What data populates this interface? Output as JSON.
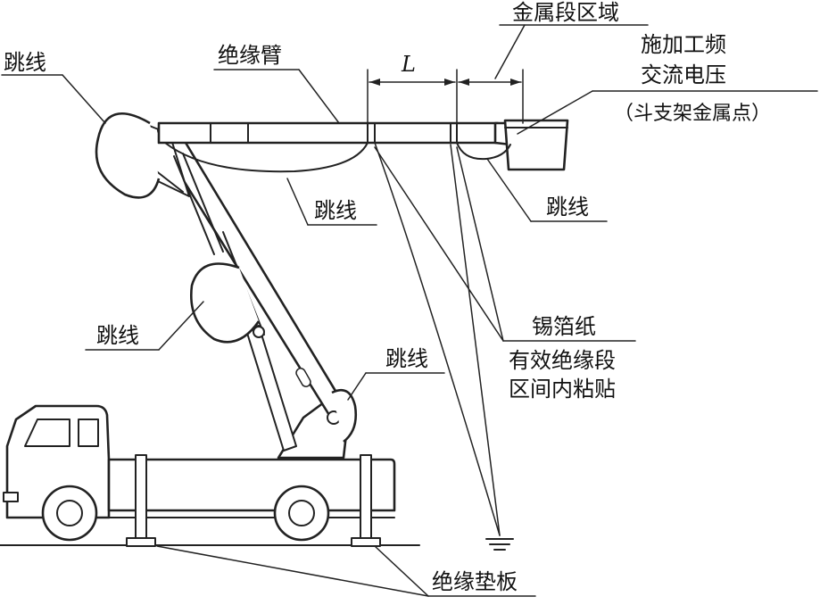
{
  "labels": {
    "jumper_top_left": "跳线",
    "insulating_arm": "绝缘臂",
    "metal_section": "金属段区域",
    "length_symbol": "L",
    "apply_voltage_line1": "施加工频",
    "apply_voltage_line2": "交流电压",
    "apply_voltage_line3": "（斗支架金属点）",
    "jumper_mid_upper": "跳线",
    "jumper_right": "跳线",
    "jumper_mid_left": "跳线",
    "jumper_lower": "跳线",
    "foil_line1": "锡箔纸",
    "foil_line2": "有效绝缘段",
    "foil_line3": "区间内粘贴",
    "insulating_pad": "绝缘垫板"
  },
  "colors": {
    "ink": "#222222",
    "background": "#ffffff"
  }
}
